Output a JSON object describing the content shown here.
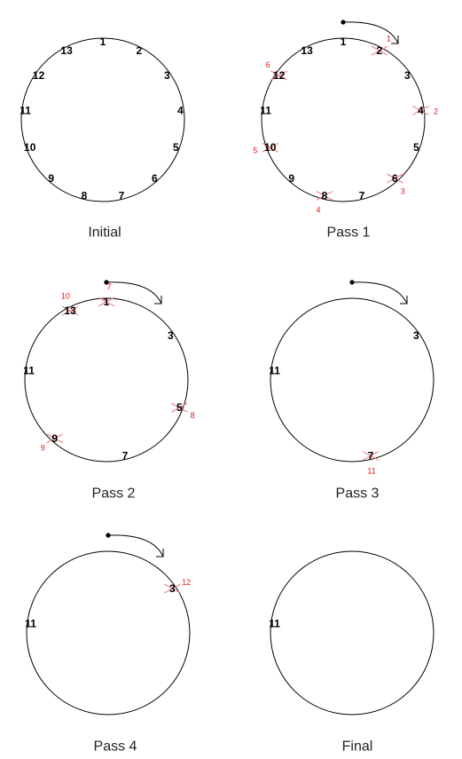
{
  "colors": {
    "node": "#000000",
    "step": "#e8141b",
    "cross": "#f08a8a",
    "caption": "#222222"
  },
  "panels": [
    {
      "caption": "Initial",
      "rotation_arrow": false,
      "nodes": [
        {
          "label": "1"
        },
        {
          "label": "2"
        },
        {
          "label": "3"
        },
        {
          "label": "4"
        },
        {
          "label": "5"
        },
        {
          "label": "6"
        },
        {
          "label": "7"
        },
        {
          "label": "8"
        },
        {
          "label": "9"
        },
        {
          "label": "10"
        },
        {
          "label": "11"
        },
        {
          "label": "12"
        },
        {
          "label": "13"
        }
      ]
    },
    {
      "caption": "Pass 1",
      "rotation_arrow": true,
      "nodes": [
        {
          "label": "1"
        },
        {
          "label": "2",
          "eliminated": true,
          "step": "1"
        },
        {
          "label": "3"
        },
        {
          "label": "4",
          "eliminated": true,
          "step": "2"
        },
        {
          "label": "5"
        },
        {
          "label": "6",
          "eliminated": true,
          "step": "3"
        },
        {
          "label": "7"
        },
        {
          "label": "8",
          "eliminated": true,
          "step": "4"
        },
        {
          "label": "9"
        },
        {
          "label": "10",
          "eliminated": true,
          "step": "5"
        },
        {
          "label": "11"
        },
        {
          "label": "12",
          "eliminated": true,
          "step": "6"
        },
        {
          "label": "13"
        }
      ]
    },
    {
      "caption": "Pass 2",
      "rotation_arrow": true,
      "nodes": [
        {
          "label": "1",
          "eliminated": true,
          "step": "7"
        },
        {
          "label": "3"
        },
        {
          "label": "5",
          "eliminated": true,
          "step": "8"
        },
        {
          "label": "7"
        },
        {
          "label": "9",
          "eliminated": true,
          "step": "9"
        },
        {
          "label": "11"
        },
        {
          "label": "13",
          "eliminated": true,
          "step": "10"
        }
      ]
    },
    {
      "caption": "Pass 3",
      "rotation_arrow": true,
      "nodes": [
        {
          "label": "3"
        },
        {
          "label": "7",
          "eliminated": true,
          "step": "11"
        },
        {
          "label": "11"
        }
      ]
    },
    {
      "caption": "Pass 4",
      "rotation_arrow": true,
      "nodes": [
        {
          "label": "3",
          "eliminated": true,
          "step": "12"
        },
        {
          "label": "11"
        }
      ]
    },
    {
      "caption": "Final",
      "rotation_arrow": false,
      "nodes": [
        {
          "label": "11"
        }
      ]
    }
  ]
}
